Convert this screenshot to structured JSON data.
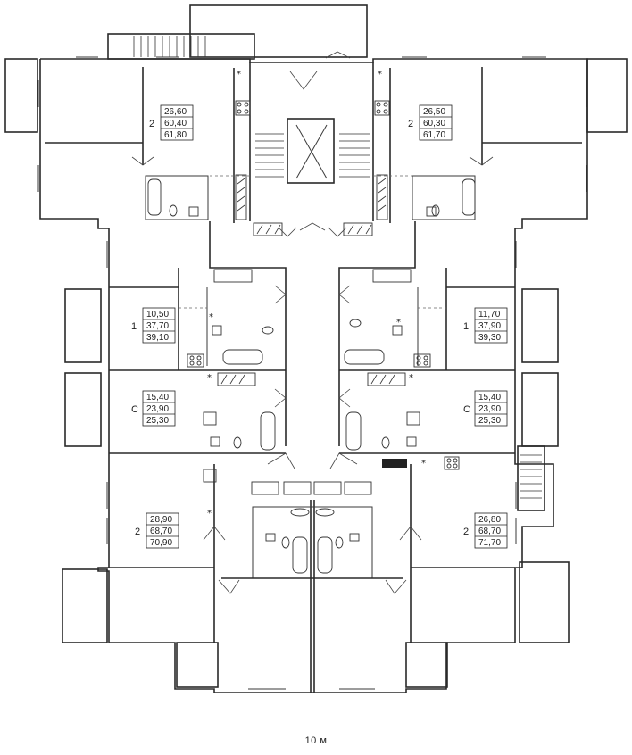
{
  "plan": {
    "scale_label": "10 м",
    "apartments": [
      {
        "id": "apt-top-left",
        "rooms": "2",
        "areas": [
          "26,60",
          "60,40",
          "61,80"
        ]
      },
      {
        "id": "apt-top-right",
        "rooms": "2",
        "areas": [
          "26,50",
          "60,30",
          "61,70"
        ]
      },
      {
        "id": "apt-mid-left-1",
        "rooms": "1",
        "areas": [
          "10,50",
          "37,70",
          "39,10"
        ]
      },
      {
        "id": "apt-mid-right-1",
        "rooms": "1",
        "areas": [
          "11,70",
          "37,90",
          "39,30"
        ]
      },
      {
        "id": "apt-mid-left-studio",
        "rooms": "С",
        "areas": [
          "15,40",
          "23,90",
          "25,30"
        ]
      },
      {
        "id": "apt-mid-right-studio",
        "rooms": "С",
        "areas": [
          "15,40",
          "23,90",
          "25,30"
        ]
      },
      {
        "id": "apt-bottom-left",
        "rooms": "2",
        "areas": [
          "28,90",
          "68,70",
          "70,90"
        ]
      },
      {
        "id": "apt-bottom-right",
        "rooms": "2",
        "areas": [
          "26,80",
          "68,70",
          "71,70"
        ]
      }
    ],
    "vent_mark": "*",
    "icons": [
      "stair-icon",
      "elevator-icon",
      "toilet-icon",
      "bathtub-icon",
      "sink-icon",
      "stove-icon",
      "shower-icon",
      "door-icon",
      "window-icon"
    ]
  }
}
